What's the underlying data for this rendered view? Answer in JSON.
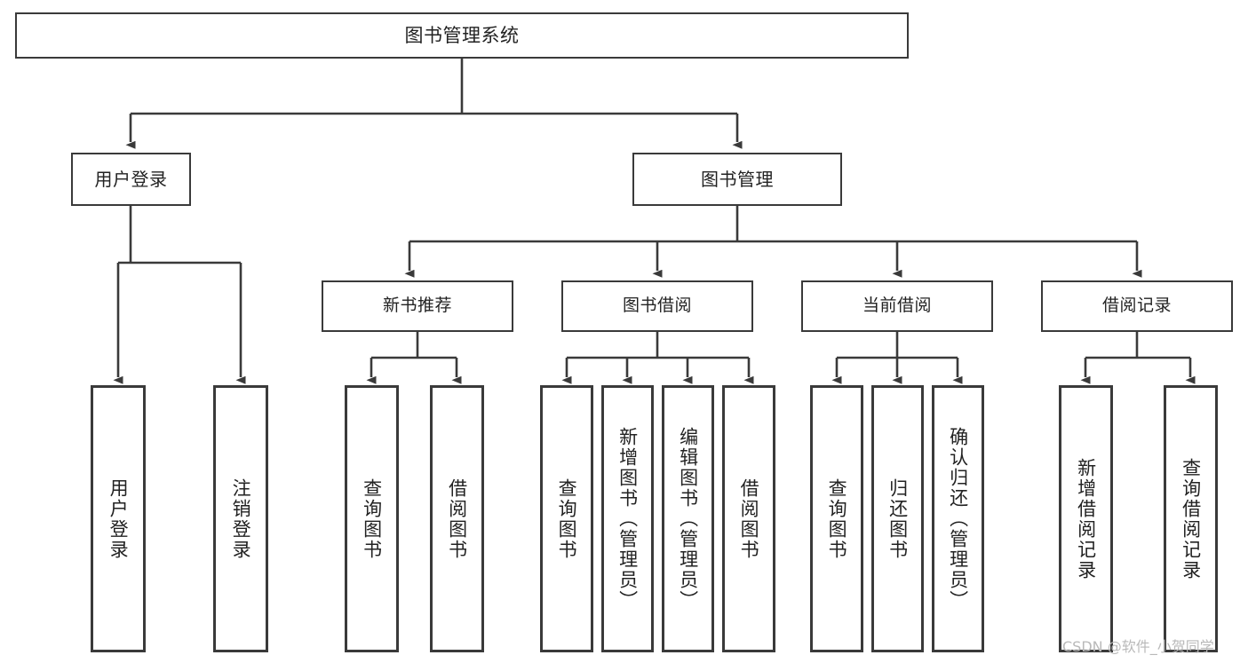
{
  "diagram": {
    "title": "图书管理系统",
    "type": "functional-structure-tree",
    "colors": {
      "background": "#ffffff",
      "box_border": "#3a3a3a",
      "box_fill": "#ffffff",
      "connector": "#3a3a3a",
      "text": "#222222",
      "watermark": "#b9b9b9"
    },
    "root": {
      "label": "图书管理系统"
    },
    "branches": [
      {
        "label": "用户登录"
      },
      {
        "label": "图书管理"
      }
    ],
    "sub_branches": [
      {
        "label": "新书推荐"
      },
      {
        "label": "图书借阅"
      },
      {
        "label": "当前借阅"
      },
      {
        "label": "借阅记录"
      }
    ],
    "leaves": {
      "user_login": [
        {
          "label": "用户登录"
        },
        {
          "label": "注销登录"
        }
      ],
      "new_book_recommend": [
        {
          "label": "查询图书"
        },
        {
          "label": "借阅图书"
        }
      ],
      "book_borrow": [
        {
          "label": "查询图书"
        },
        {
          "label": "新增图书（管理员）"
        },
        {
          "label": "编辑图书（管理员）"
        },
        {
          "label": "借阅图书"
        }
      ],
      "current_borrow": [
        {
          "label": "查询图书"
        },
        {
          "label": "归还图书"
        },
        {
          "label": "确认归还（管理员）"
        }
      ],
      "borrow_record": [
        {
          "label": "新增借阅记录"
        },
        {
          "label": "查询借阅记录"
        }
      ]
    }
  },
  "watermark": {
    "text": "CSDN @软件_小贺同学"
  }
}
